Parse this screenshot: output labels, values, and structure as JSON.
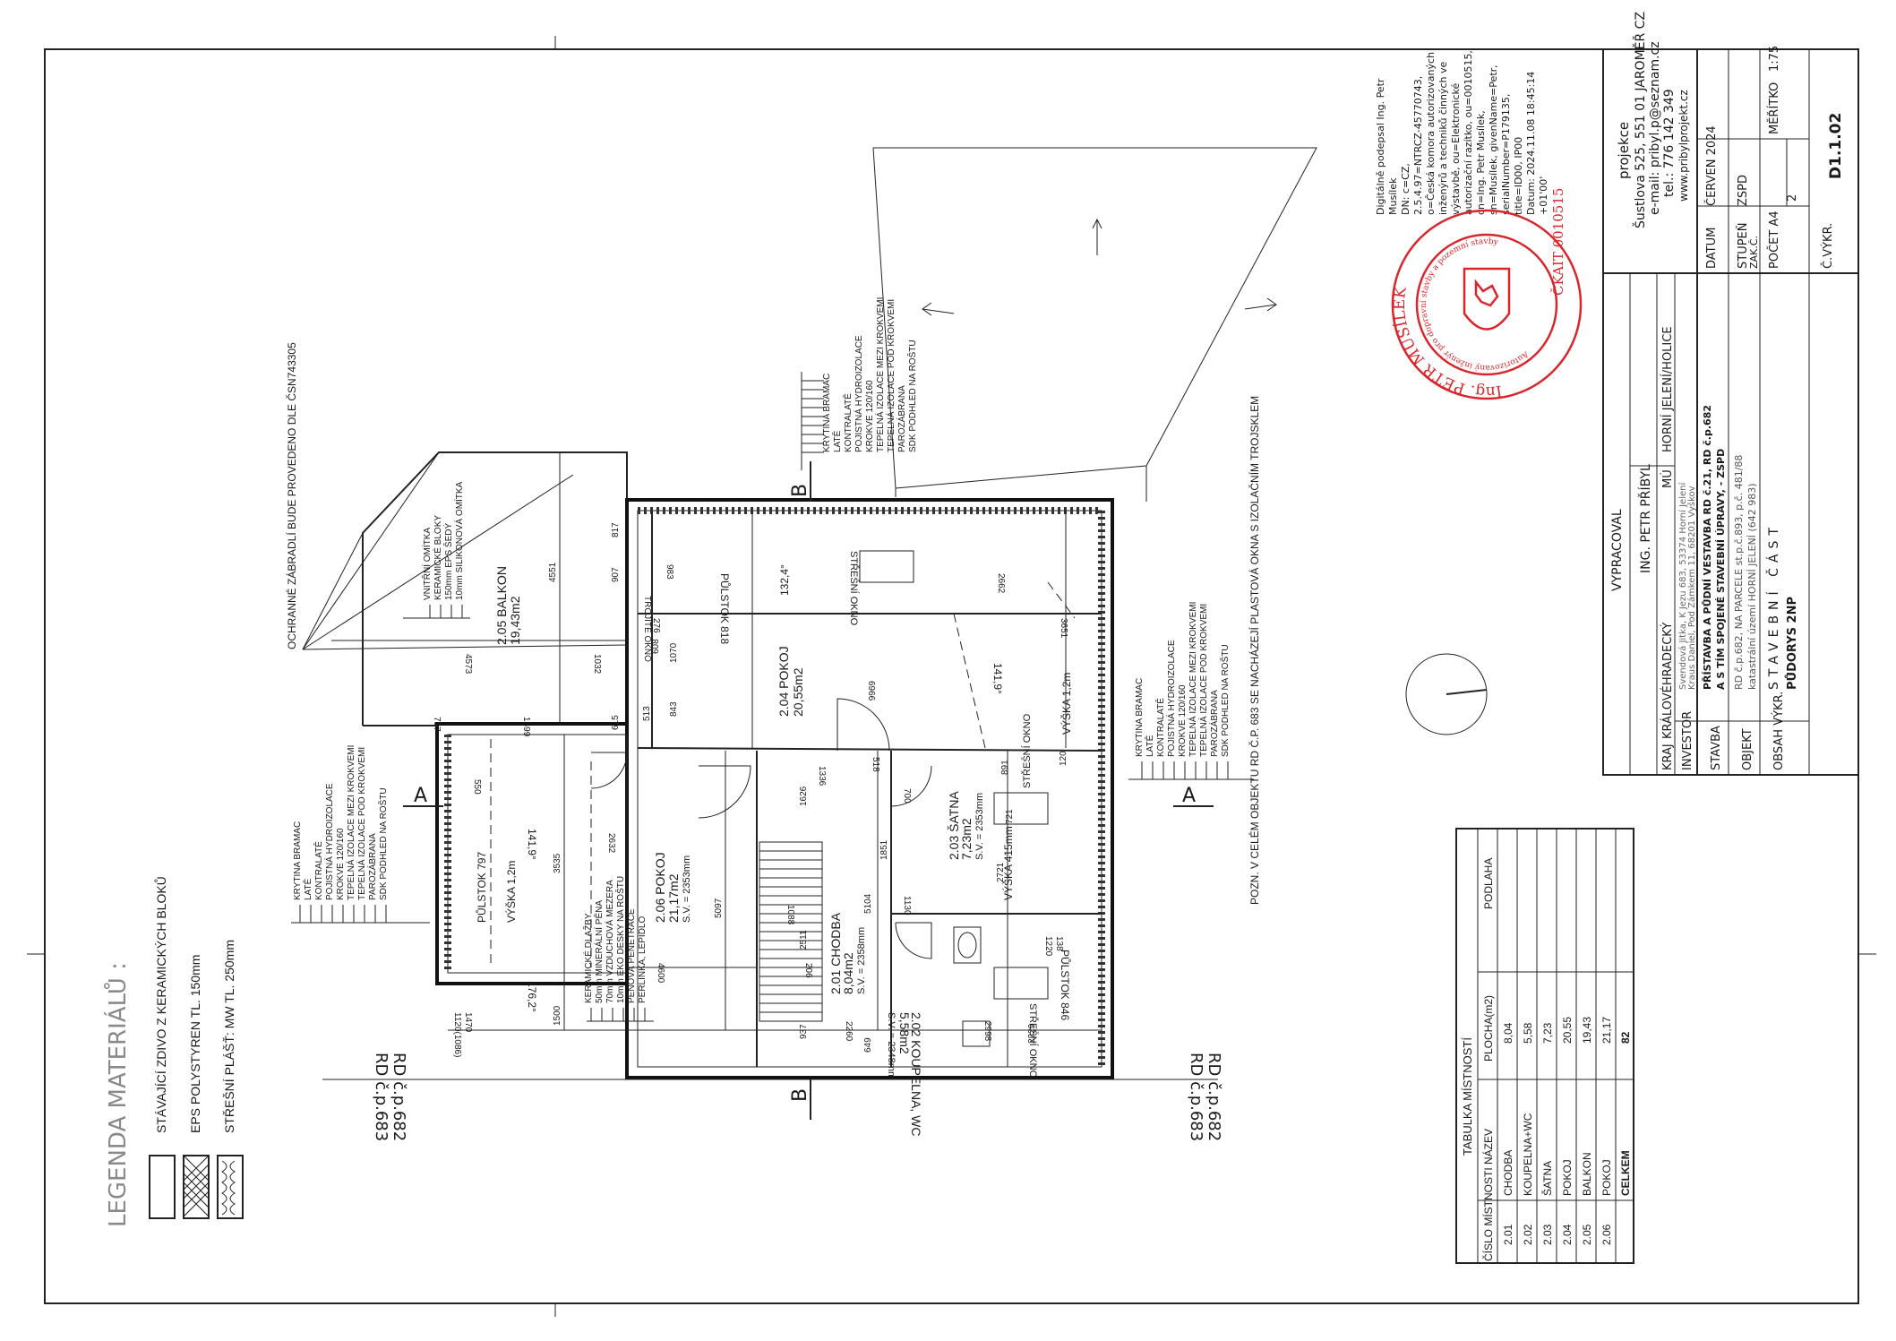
{
  "legend": {
    "title": "LEGENDA MATERIÁLŮ :",
    "items": [
      {
        "label": "STÁVAJÍCÍ ZDIVO Z KERAMICKÝCH BLOKŮ"
      },
      {
        "label": "EPS POLYSTYREN TL. 150mm"
      },
      {
        "label": "STŘEŠNÍ PLÁŠŤ: MW TL. 250mm"
      }
    ]
  },
  "rooms_table": {
    "caption": "TABULKA MÍSTNOSTÍ",
    "headers": [
      "ČÍSLO MÍSTNOSTI",
      "NÁZEV",
      "PLOCHA(m2)",
      "PODLAHA"
    ],
    "rows": [
      [
        "2.01",
        "CHODBA",
        "8,04",
        ""
      ],
      [
        "2.02",
        "KOUPELNA+WC",
        "5,58",
        ""
      ],
      [
        "2.03",
        "ŠATNA",
        "7,23",
        ""
      ],
      [
        "2.04",
        "POKOJ",
        "20,55",
        ""
      ],
      [
        "2.05",
        "BALKON",
        "19,43",
        ""
      ],
      [
        "2.06",
        "POKOJ",
        "21,17",
        ""
      ],
      [
        "",
        "CELKEM",
        "82",
        ""
      ]
    ]
  },
  "plan": {
    "rooms": [
      {
        "name": "2.05 BALKON",
        "area": "19,43m2"
      },
      {
        "name": "2.04 POKOJ",
        "area": "20,55m2"
      },
      {
        "name": "2.06 POKOJ",
        "area": "21,17m2",
        "sv": "S.V. = 2353mm"
      },
      {
        "name": "2.03 ŠATNA",
        "area": "7,23m2",
        "sv": "S.V. = 2353mm"
      },
      {
        "name": "2.01 CHODBA",
        "area": "8,04m2",
        "sv": "S.V. = 2358mm"
      },
      {
        "name": "2.02 KOUPELNA, WC",
        "area": "5,58m2",
        "sv": "S.V. = 2348mm"
      }
    ],
    "labels": {
      "railing": "OCHRANNÉ ZÁBRADLÍ BUDE PROVEDENO DLE ČSN743305",
      "note": "POZN. V CELÉM OBJEKTU RD Č.P. 683 SE NACHÁZEJÍ PLASTOVÁ OKNA S IZOLAČNÍM TROJSKLEM",
      "pulstok_818": "PŮLSTOK 818",
      "pulstok_797": "PŮLSTOK 797",
      "pulstok_846": "PŮLSTOK 846",
      "vyska_12": "VÝŠKA 1,2m",
      "vyska_415": "VÝŠKA 415mm",
      "stresni_okno": "STŘEŠNÍ OKNO",
      "trojite": "TROJITÉ OKNO",
      "section_a": "A",
      "section_b": "B",
      "rd682": "RD č.p.682",
      "rd683": "RD č.p.683",
      "slope1": "141,9°",
      "slope2": "176,2°",
      "slope3": "132,4°"
    },
    "compositions": {
      "roof": [
        "KRYTINA BRAMAC",
        "LATĚ",
        "KONTRALATĚ",
        "POJISTNÁ HYDROIZOLACE",
        "KROKVE 120/160",
        "TEPELNÁ IZOLACE MEZI KROKVEMI",
        "TEPELNÁ IZOLACE POD KROKVEMI",
        "PAROZÁBRANA",
        "SDK PODHLED NA ROŠTU"
      ],
      "wall": [
        "VNITŘNÍ OMÍTKA",
        "KERAMICKÉ BLOKY",
        "150mm EPS ŠEDÝ",
        "10mm SILIKONOVÁ OMÍTKA"
      ],
      "floor": [
        "KERAMICKÉ DLAŽBY",
        "50mm MINERÁLNÍ PĚNA",
        "70mm VZDUCHOVÁ MEZERA",
        "10mm EKO DESKY NA ROŠTU",
        "PĚNOVÁ PENETRACE",
        "PERLINKA, LEPIDLO"
      ]
    },
    "dims": [
      "4573",
      "4551",
      "1599",
      "6966",
      "3651",
      "2662",
      "1070",
      "1032",
      "608",
      "843",
      "513",
      "615",
      "1336",
      "1626",
      "2632",
      "3535",
      "5097",
      "1500",
      "4600",
      "1120(1086)",
      "1470",
      "2511",
      "1088",
      "5104",
      "206",
      "937",
      "649",
      "2260",
      "1851",
      "1130",
      "2721",
      "891",
      "721",
      "120",
      "138",
      "1220",
      "2229",
      "2998",
      "817",
      "907",
      "983",
      "276",
      "550",
      "757",
      "518",
      "700"
    ]
  },
  "signature": {
    "lines": [
      "Digitálně podepsal Ing. Petr",
      "Musílek",
      "DN: c=CZ,",
      "2.5.4.97=NTRCZ-45770743,",
      "o=Česká komora autorizovaných",
      "inženýrů a techniků činných ve",
      "výstavbě, ou=Elektronické",
      "autorizační razítko, ou=0010515,",
      "cn=Ing. Petr Musílek,",
      "sn=Musílek, givenName=Petr,",
      "serialNumber=P179135,",
      "title=ID00, IP00",
      "Datum: 2024.11.08 18:45:14",
      "+01'00'"
    ],
    "stamp_outer": "Ing. PETR MUSÍLEK",
    "stamp_inner": "Autorizovaný inženýr pro dopravní stavby a pozemní stavby",
    "stamp_bottom": "ČKAIT 0010515"
  },
  "titleblock": {
    "projekce": "projekce",
    "address": "Šustlova 525, 551 01 JAROMĚŘ CZ",
    "email": "e-mail: pribyl.p@seznam.cz",
    "tel": "tel.: 776 142 349",
    "web": "www.pribylprojekt.cz",
    "vypracoval_label": "VYPRACOVAL",
    "vypracoval": "ING. PETR PŘÍBYL",
    "kraj_label": "KRAJ",
    "kraj": "KRÁLOVÉHRADECKÝ",
    "mu_label": "MÚ",
    "mu": "HORNÍ JELENÍ/HOLICE",
    "investor_label": "INVESTOR",
    "investor": "Svendová Jitka, K Jezu 683, 53374 Horní Jelení",
    "investor2": "Kraus Daniel, Pod Zámkem 11, 68201 Vyškov",
    "stavba_label": "STAVBA",
    "stavba": "PŘÍSTAVBA A PŮDNÍ VESTAVBA RD č.21, RD č.p.682",
    "stavba2": "A S TÍM SPOJENÉ STAVEBNÍ ÚPRAVY, - ZSPD",
    "objekt_label": "OBJEKT",
    "objekt": "RD č.p.682, NA PARCELE st.p.č.893, p.č. 481/88",
    "objekt2": "katastrální území HORNÍ JELENÍ (642 983)",
    "obsah_label": "OBSAH VÝKR.",
    "obsah": "STAVEBNÍ ČÁST",
    "obsah2": "PŮDORYS 2NP",
    "datum_label": "DATUM",
    "datum": "ČERVEN 2024",
    "stupen_label": "STUPEŇ",
    "stupen": "ZSPD",
    "zak_label": "ZAK.Č.",
    "pocet_label": "POČET A4",
    "pocet": "2",
    "meritko_label": "MĚŘÍTKO",
    "meritko": "1:75",
    "cvykr_label": "Č.VÝKR.",
    "cvykr": "D1.1.02"
  }
}
